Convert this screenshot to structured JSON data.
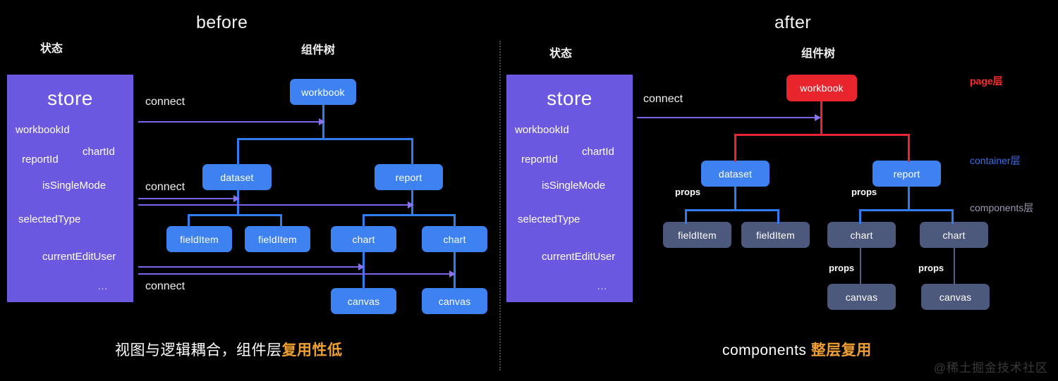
{
  "panels": {
    "before": {
      "title": "before",
      "state_label": "状态",
      "tree_label": "组件树",
      "caption_main": "视图与逻辑耦合，组件层",
      "caption_highlight": "复用性低"
    },
    "after": {
      "title": "after",
      "state_label": "状态",
      "tree_label": "组件树",
      "caption_main": "components ",
      "caption_highlight": "整层复用"
    }
  },
  "store": {
    "title": "store",
    "items": [
      "workbookId",
      "chartId",
      "reportId",
      "isSingleMode",
      "selectedType",
      "currentEditUser"
    ],
    "ellipsis": "…",
    "color": "#6a58e0"
  },
  "before_tree": {
    "nodes": [
      {
        "label": "workbook",
        "level": "page",
        "color": "#3d82f0"
      },
      {
        "label": "dataset",
        "level": "container",
        "color": "#3d82f0"
      },
      {
        "label": "report",
        "level": "container",
        "color": "#3d82f0"
      },
      {
        "label": "fieldItem",
        "level": "components",
        "color": "#3d82f0"
      },
      {
        "label": "fieldItem",
        "level": "components",
        "color": "#3d82f0"
      },
      {
        "label": "chart",
        "level": "components",
        "color": "#3d82f0"
      },
      {
        "label": "chart",
        "level": "components",
        "color": "#3d82f0"
      },
      {
        "label": "canvas",
        "level": "leaf",
        "color": "#3d82f0"
      },
      {
        "label": "canvas",
        "level": "leaf",
        "color": "#3d82f0"
      }
    ],
    "connect_labels": [
      "connect",
      "connect",
      "connect"
    ]
  },
  "after_tree": {
    "nodes": [
      {
        "label": "workbook",
        "level": "page",
        "color": "#e8252c"
      },
      {
        "label": "dataset",
        "level": "container",
        "color": "#3d82f0"
      },
      {
        "label": "report",
        "level": "container",
        "color": "#3d82f0"
      },
      {
        "label": "fieldItem",
        "level": "components",
        "color": "#4d587d"
      },
      {
        "label": "fieldItem",
        "level": "components",
        "color": "#4d587d"
      },
      {
        "label": "chart",
        "level": "components",
        "color": "#4d587d"
      },
      {
        "label": "chart",
        "level": "components",
        "color": "#4d587d"
      },
      {
        "label": "canvas",
        "level": "leaf",
        "color": "#4d587d"
      },
      {
        "label": "canvas",
        "level": "leaf",
        "color": "#4d587d"
      }
    ],
    "connect_labels": [
      "connect"
    ],
    "props_labels": [
      "props",
      "props",
      "props",
      "props"
    ]
  },
  "layers": [
    {
      "label": "page层",
      "color": "#ff2b2b"
    },
    {
      "label": "container层",
      "color": "#3d6ff0"
    },
    {
      "label": "components层",
      "color": "#9a9ab5"
    }
  ],
  "watermark": "@稀土掘金技术社区"
}
